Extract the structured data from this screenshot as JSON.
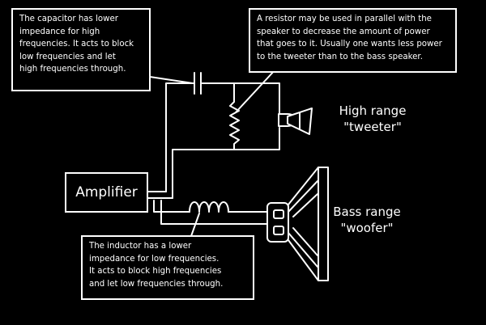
{
  "notes": {
    "capacitor": "The capacitor has lower\nimpedance for high\nfrequencies. It acts to block\nlow frequencies and let\nhigh frequencies through.",
    "resistor": "A resistor may be used in parallel with the\nspeaker to decrease the amount of power\nthat goes to it. Usually one wants less power\nto the tweeter than to the bass speaker.",
    "inductor": "The inductor has a lower\nimpedance for low frequencies.\nIt acts to block high frequencies\nand let low frequencies through."
  },
  "amplifier": {
    "label": "Amplifier"
  },
  "tweeter": {
    "line1": "High range",
    "line2": "\"tweeter\""
  },
  "woofer": {
    "line1": "Bass range",
    "line2": "\"woofer\""
  }
}
